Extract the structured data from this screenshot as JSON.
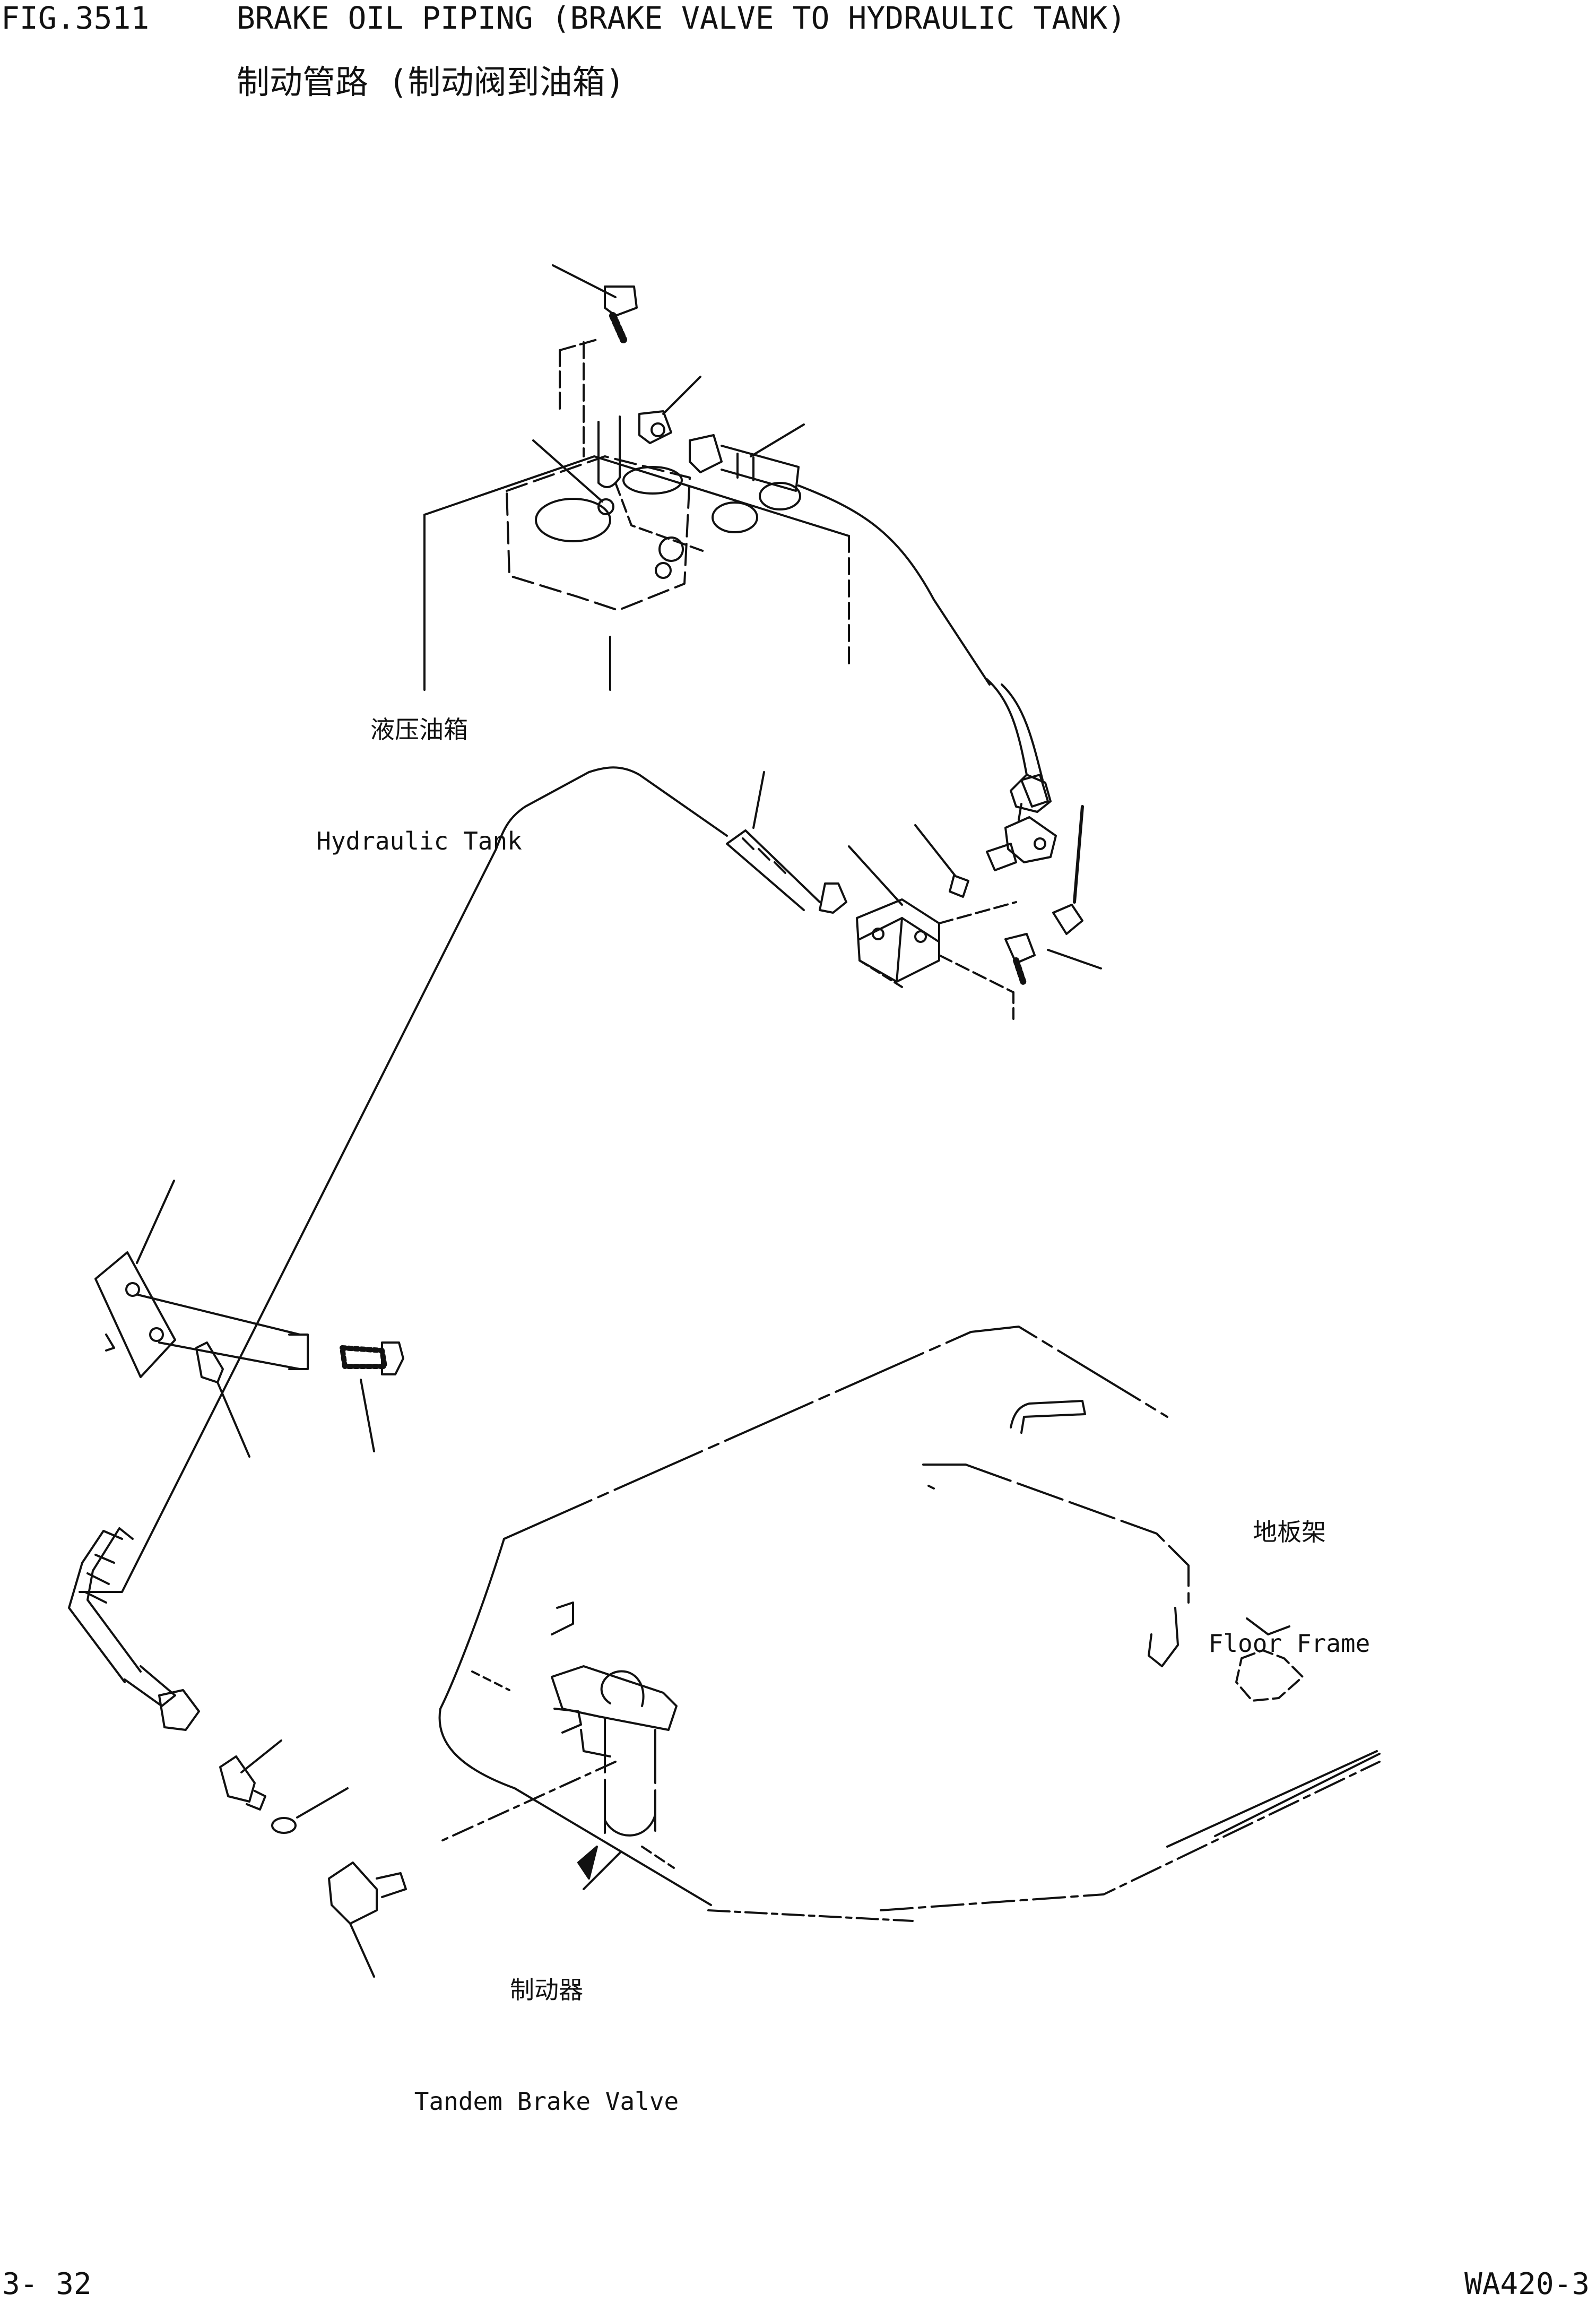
{
  "header": {
    "fig_number": "FIG.3511",
    "title_en": "BRAKE OIL PIPING (BRAKE VALVE TO HYDRAULIC TANK)",
    "title_zh": "制动管路 (制动阀到油箱)"
  },
  "labels": {
    "hydraulic_tank_zh": "液压油箱",
    "hydraulic_tank_en": "Hydraulic Tank",
    "floor_frame_zh": "地板架",
    "floor_frame_en": "Floor Frame",
    "brake_valve_zh": "制动器",
    "brake_valve_en": "Tandem Brake Valve"
  },
  "footer": {
    "page_number": "3- 32",
    "model": "WA420-3"
  }
}
